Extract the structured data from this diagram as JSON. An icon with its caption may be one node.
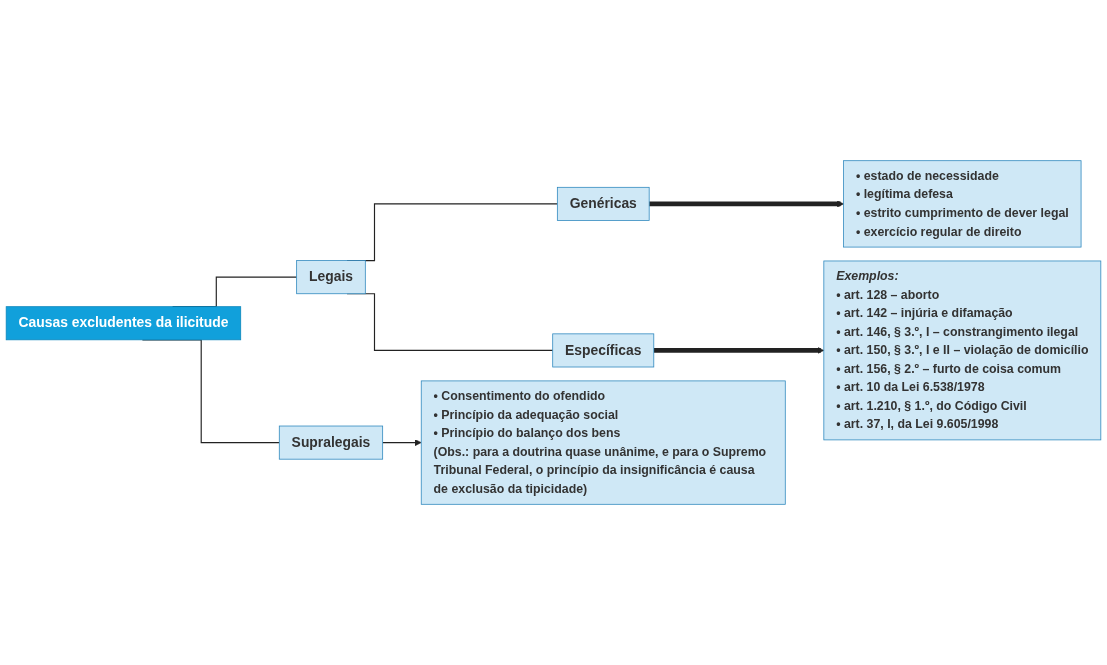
{
  "diagram": {
    "nodes": [
      {
        "text": [
          "Causas excludentes da ilicitude"
        ]
      },
      {
        "text": [
          "Legais"
        ]
      },
      {
        "text": [
          "Genéricas"
        ]
      },
      {
        "text": [
          "Específicas"
        ]
      },
      {
        "text": [
          "Supralegais"
        ]
      },
      {
        "text": [
          "• estado de necessidade",
          "• legítima defesa",
          "• estrito cumprimento de dever legal",
          "• exercício regular de direito"
        ]
      },
      {
        "text": [
          "Exemplos:",
          "• art. 128 – aborto",
          "• art. 142 – injúria e difamação",
          "• art. 146, § 3.º, I – constrangimento ilegal",
          "• art. 150, § 3.º, I e II – violação de domicílio",
          "• art. 156, § 2.º – furto de coisa comum",
          "• art. 10 da Lei 6.538/1978",
          "• art. 1.210, § 1.º, do Código Civil",
          "• art. 37, I, da Lei 9.605/1998"
        ]
      },
      {
        "text": [
          "• Consentimento do ofendido",
          "• Princípio da adequação social",
          "• Princípio do balanço dos bens",
          "(**Obs.:** para a doutrina quase unânime, e para o Supremo Tribunal Federal, o princípio da insignificância é causa de exclusão da tipicidade)"
        ]
      }
    ],
    "edges": [
      {
        "from": 0,
        "to": 1,
        "arrow": "none"
      },
      {
        "from": 0,
        "to": 4,
        "arrow": "none"
      },
      {
        "from": 1,
        "to": 2,
        "arrow": "none"
      },
      {
        "from": 1,
        "to": 3,
        "arrow": "none"
      },
      {
        "from": 2,
        "to": 5,
        "arrow": "to",
        "style": "thick"
      },
      {
        "from": 3,
        "to": 6,
        "arrow": "to",
        "style": "thick"
      },
      {
        "from": 4,
        "to": 7,
        "arrow": "to"
      }
    ]
  }
}
